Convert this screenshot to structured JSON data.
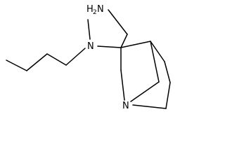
{
  "structure": {
    "atoms": {
      "aminomethyl_nh": "H",
      "aminomethyl_h2": "2",
      "aminomethyl_n": "N",
      "amine_n": "N",
      "ring_n": "N"
    },
    "line_color": "#000000",
    "background": "#ffffff"
  }
}
